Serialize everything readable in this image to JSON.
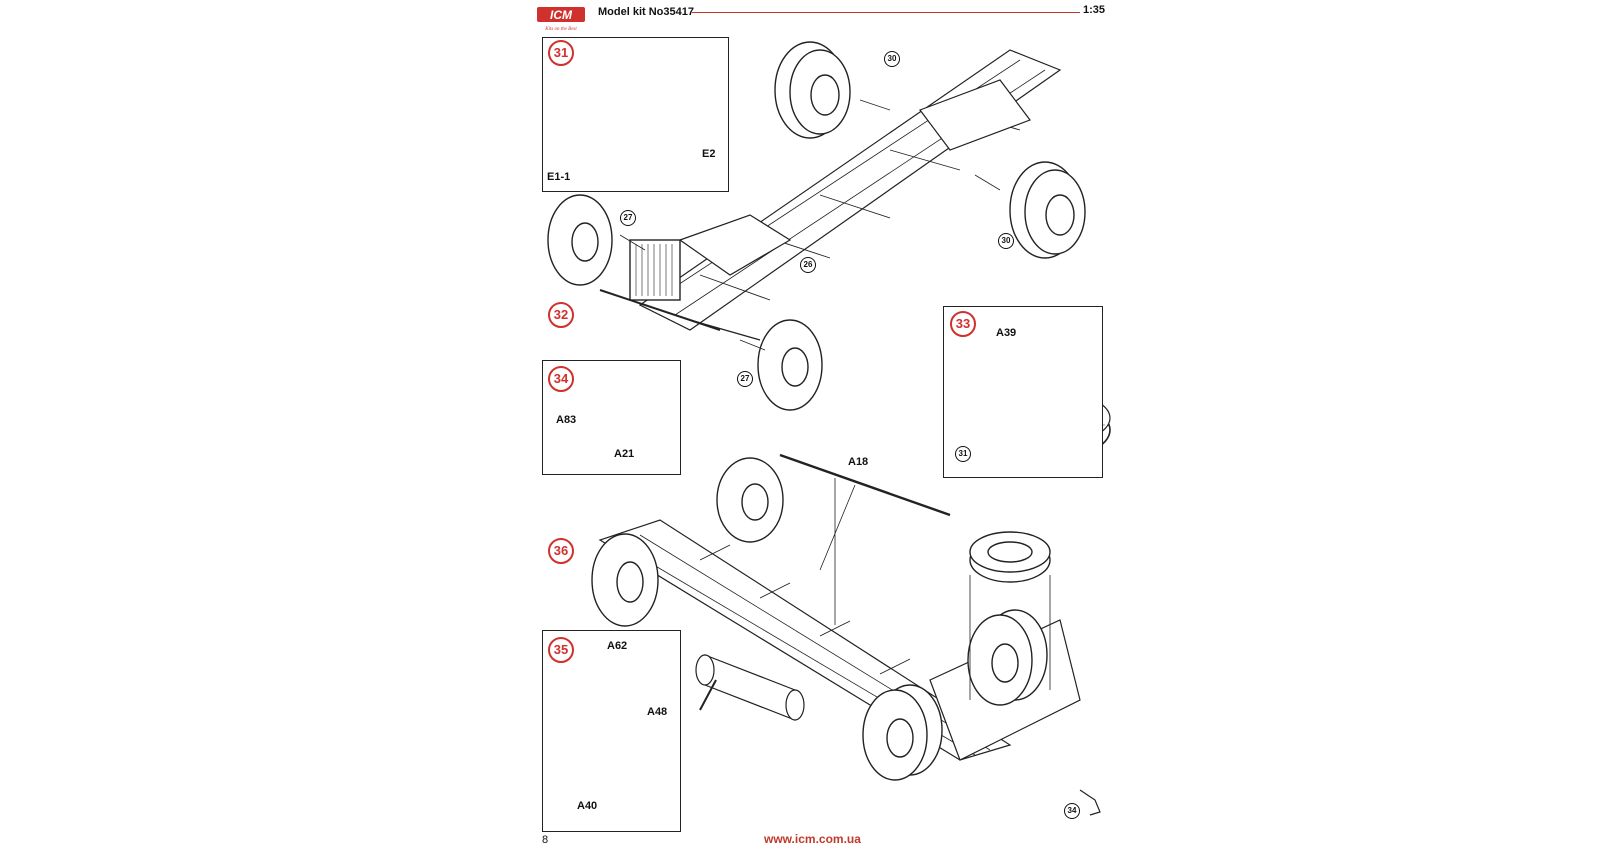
{
  "header": {
    "brand": "ICM",
    "tagline": "Kits on the Best",
    "model": "Model kit No35417",
    "scale": "1:35"
  },
  "steps": {
    "s31": {
      "number": "31",
      "parts": [
        "E1-1",
        "E2"
      ]
    },
    "s32": {
      "number": "32",
      "refs": [
        "27",
        "30"
      ]
    },
    "s33": {
      "number": "33",
      "parts": [
        "A39"
      ],
      "refs": [
        "31"
      ]
    },
    "s34": {
      "number": "34",
      "parts": [
        "A83",
        "A21"
      ]
    },
    "s35": {
      "number": "35",
      "parts": [
        "A62",
        "A48",
        "A40"
      ]
    },
    "s36": {
      "number": "36",
      "parts": [
        "A18"
      ],
      "refs": [
        "34"
      ]
    }
  },
  "footer": {
    "page_number": "8",
    "url": "www.icm.com.ua"
  },
  "colors": {
    "accent": "#c0392b",
    "step_circle": "#d0312d",
    "line": "#222222"
  }
}
